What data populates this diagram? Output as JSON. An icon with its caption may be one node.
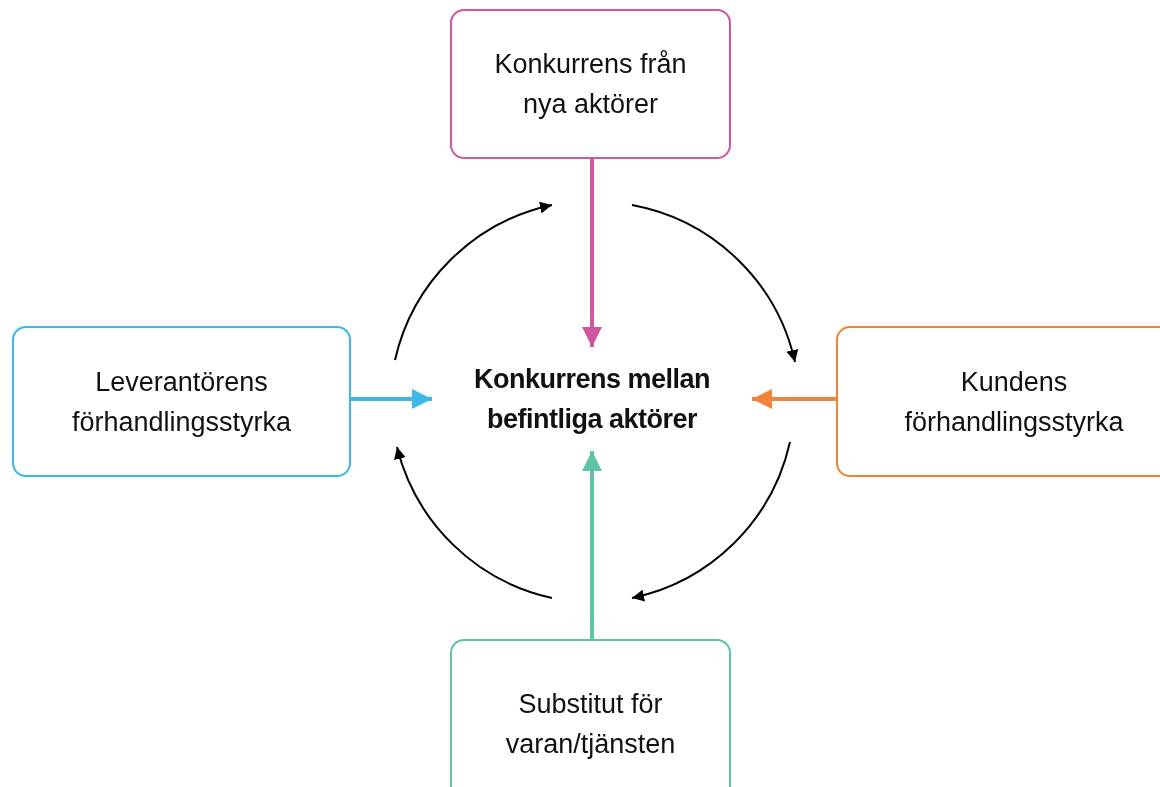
{
  "diagram": {
    "nodes": [
      {
        "text": [
          "Konkurrens från nya aktörer"
        ]
      },
      {
        "text": [
          "Leverantörens förhandlingsstyrka"
        ]
      },
      {
        "text": [
          "Konkurrens mellan befintliga aktörer"
        ]
      },
      {
        "text": [
          "Kundens förhandlingsstyrka"
        ]
      },
      {
        "text": [
          "Substitut för varan/tjänsten"
        ]
      }
    ],
    "edges": [
      {
        "from": 0,
        "to": 2,
        "arrow": "to",
        "color": "#d0579f"
      },
      {
        "from": 1,
        "to": 2,
        "arrow": "to",
        "color": "#3bb8e8"
      },
      {
        "from": 3,
        "to": 2,
        "arrow": "to",
        "color": "#f0823a"
      },
      {
        "from": 4,
        "to": 2,
        "arrow": "to",
        "color": "#5ec4a8"
      }
    ]
  }
}
